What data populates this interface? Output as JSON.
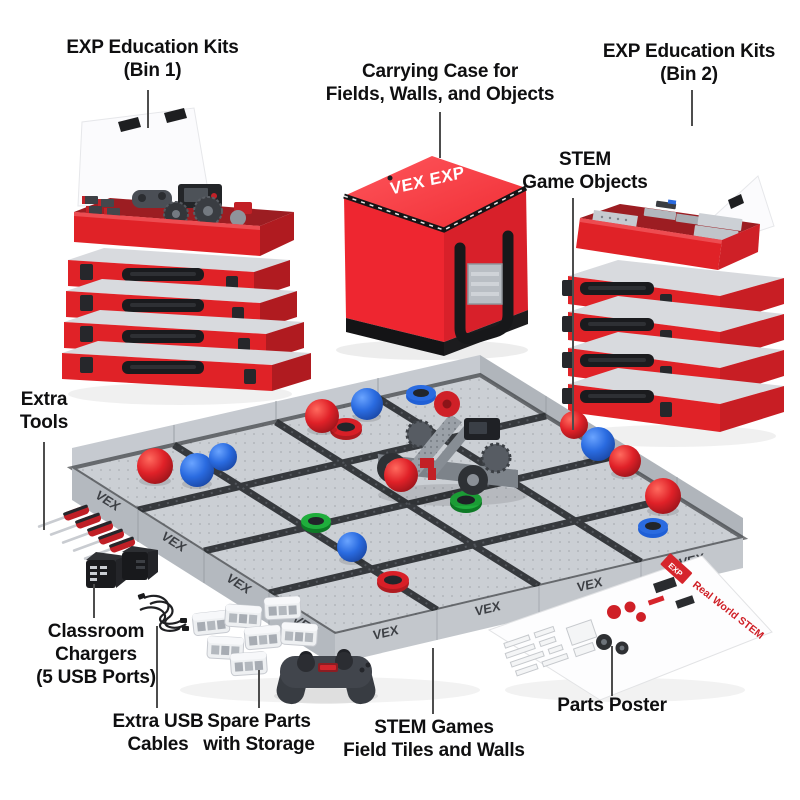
{
  "labels": {
    "bin1": {
      "lines": [
        "EXP Education Kits",
        "(Bin 1)"
      ]
    },
    "case": {
      "lines": [
        "Carrying Case for",
        "Fields, Walls, and Objects"
      ]
    },
    "bin2": {
      "lines": [
        "EXP Education Kits",
        "(Bin 2)"
      ]
    },
    "game_objects": {
      "lines": [
        "STEM",
        "Game Objects"
      ]
    },
    "extra_tools": {
      "lines": [
        "Extra",
        "Tools"
      ]
    },
    "chargers": {
      "lines": [
        "Classroom",
        "Chargers",
        "(5 USB Ports)"
      ]
    },
    "usb_cables": {
      "lines": [
        "Extra USB",
        "Cables"
      ]
    },
    "spare_parts": {
      "lines": [
        "Spare Parts",
        "with Storage"
      ]
    },
    "field": {
      "lines": [
        "STEM Games",
        "Field Tiles and Walls"
      ]
    },
    "poster": {
      "lines": [
        "Parts Poster"
      ]
    }
  },
  "brand": {
    "vex": "VEX",
    "vex_exp": "VEX EXP",
    "poster_title": "Real World STEM",
    "poster_badge": "EXP"
  },
  "colors": {
    "background": "#ffffff",
    "bin_red": "#e02227",
    "case_red": "#ee2630",
    "ball_red": "#e02128",
    "ball_blue": "#2a6be0",
    "ring_green": "#1fae3c",
    "tile_grey": "#cbcfd4",
    "wall_grey": "#b4b9bf",
    "strip_black": "#2a2d31",
    "label_text": "#0f0f10",
    "leader_line": "#4d4d4d",
    "poster_accent": "#cf2027"
  }
}
